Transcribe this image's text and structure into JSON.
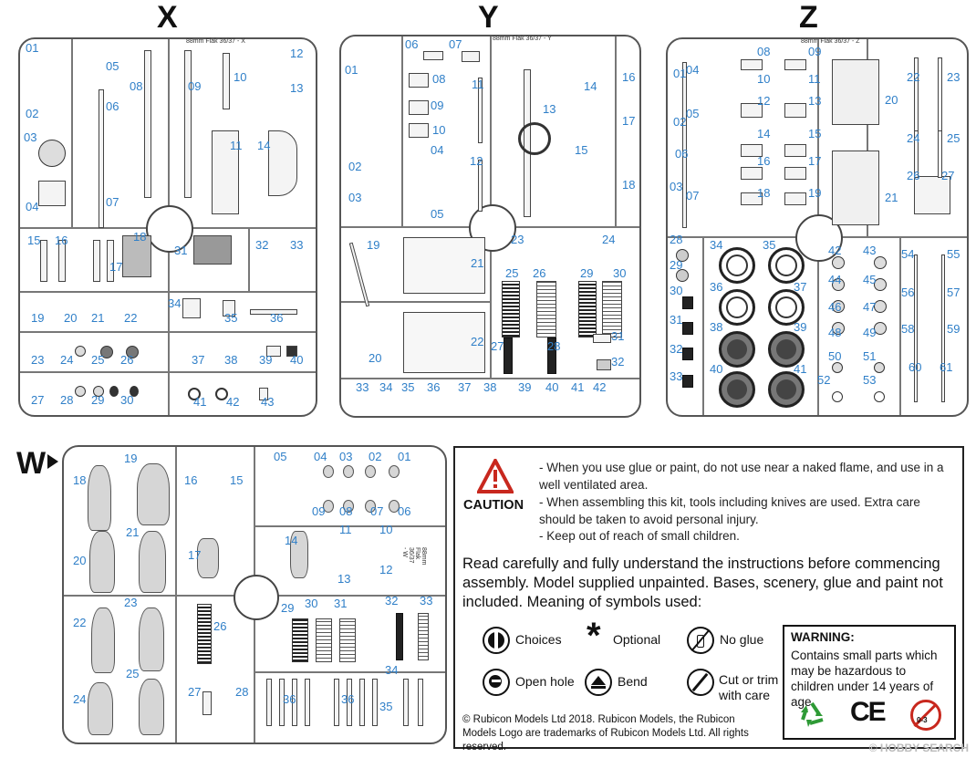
{
  "sprues": {
    "x": {
      "letter": "X",
      "title": "88mm Flak 36/37 - X"
    },
    "y": {
      "letter": "Y",
      "title": "88mm Flak 36/37 - Y"
    },
    "z": {
      "letter": "Z",
      "title": "88mm Flak 36/37 - Z"
    },
    "w": {
      "letter": "W",
      "title": "88mm Flak 36/37 - W"
    }
  },
  "x_numbers": [
    "01",
    "05",
    "02",
    "06",
    "08",
    "09",
    "10",
    "12",
    "13",
    "03",
    "11",
    "14",
    "04",
    "07",
    "15",
    "16",
    "17",
    "18",
    "31",
    "32",
    "33",
    "19",
    "20",
    "21",
    "22",
    "34",
    "35",
    "36",
    "23",
    "24",
    "25",
    "26",
    "37",
    "38",
    "39",
    "40",
    "27",
    "28",
    "29",
    "30",
    "41",
    "42",
    "43"
  ],
  "y_numbers": [
    "06",
    "07",
    "01",
    "08",
    "11",
    "16",
    "14",
    "09",
    "13",
    "17",
    "10",
    "15",
    "02",
    "04",
    "12",
    "18",
    "03",
    "05",
    "19",
    "23",
    "24",
    "21",
    "25",
    "26",
    "29",
    "30",
    "20",
    "22",
    "27",
    "28",
    "31",
    "32",
    "33",
    "34",
    "35",
    "36",
    "37",
    "38",
    "39",
    "40",
    "41",
    "42"
  ],
  "z_numbers": [
    "08",
    "09",
    "01",
    "04",
    "10",
    "11",
    "20",
    "22",
    "23",
    "02",
    "05",
    "12",
    "13",
    "24",
    "25",
    "14",
    "15",
    "06",
    "16",
    "17",
    "26",
    "27",
    "07",
    "18",
    "19",
    "03",
    "21",
    "28",
    "34",
    "35",
    "29",
    "42",
    "43",
    "54",
    "55",
    "30",
    "36",
    "37",
    "44",
    "45",
    "56",
    "57",
    "31",
    "46",
    "47",
    "58",
    "59",
    "38",
    "39",
    "48",
    "49",
    "32",
    "50",
    "51",
    "33",
    "40",
    "41",
    "60",
    "61",
    "52",
    "53"
  ],
  "w_numbers": [
    "18",
    "19",
    "16",
    "15",
    "05",
    "04",
    "03",
    "02",
    "01",
    "09",
    "08",
    "07",
    "06",
    "20",
    "21",
    "11",
    "10",
    "17",
    "14",
    "12",
    "13",
    "22",
    "23",
    "26",
    "29",
    "30",
    "31",
    "32",
    "33",
    "34",
    "24",
    "25",
    "27",
    "28",
    "36",
    "36",
    "35"
  ],
  "caution": {
    "label": "CAUTION",
    "bullets": [
      "- When you use glue or paint, do not use near a naked flame, and use in a well ventilated area.",
      "- When assembling this kit, tools including knives are used.  Extra care should be taken to avoid personal injury.",
      "- Keep out of reach of small children."
    ]
  },
  "read_text": "Read carefully and fully understand the instructions before commencing assembly. Model supplied unpainted.  Bases, scenery, glue and paint not included.  Meaning of symbols used:",
  "symbols": {
    "choices": "Choices",
    "optional": "Optional",
    "no_glue": "No glue",
    "open_hole": "Open hole",
    "bend": "Bend",
    "cut_or_trim": "Cut or trim with care"
  },
  "warning": {
    "title": "WARNING:",
    "text": "Contains small parts which may be hazardous to children under 14 years of age.",
    "age_mark": "0-3"
  },
  "copyright": "© Rubicon Models Ltd  2018.  Rubicon Models, the Rubicon Models Logo are trademarks of Rubicon Models Ltd.  All rights reserved.",
  "watermark": "© HOBBY SEARCH",
  "colors": {
    "part_number": "#2f7fc8",
    "caution_red": "#c8281e"
  }
}
